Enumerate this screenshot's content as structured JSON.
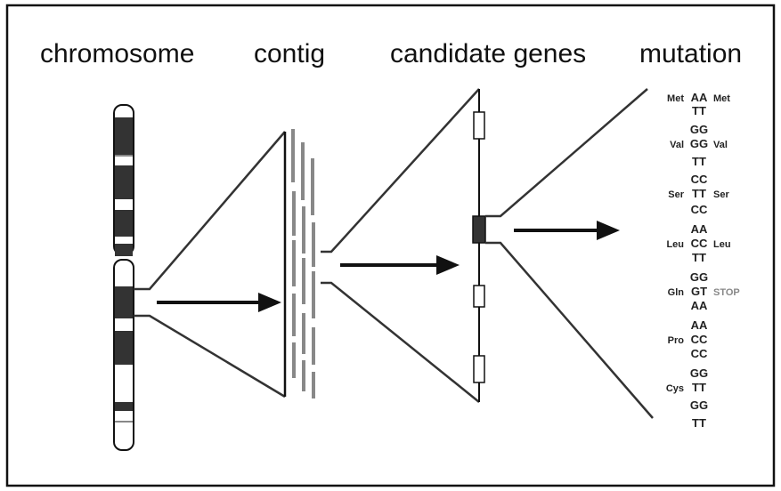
{
  "headers": {
    "chromosome": "chromosome",
    "contig": "contig",
    "candidate_genes": "candidate genes",
    "mutation": "mutation"
  },
  "mutation": {
    "codons": [
      "AA",
      "TT",
      "GG",
      "GG",
      "TT",
      "CC",
      "TT",
      "CC",
      "AA",
      "CC",
      "TT",
      "GG",
      "GT",
      "AA",
      "AA",
      "CC",
      "CC",
      "GG",
      "TT",
      "GG",
      "TT"
    ],
    "amino_acids": [
      {
        "left": "Met",
        "right": "Met"
      },
      {
        "left": "Val",
        "right": "Val"
      },
      {
        "left": "Ser",
        "right": "Ser"
      },
      {
        "left": "Leu",
        "right": "Leu"
      },
      {
        "left": "Gln",
        "right": "STOP"
      },
      {
        "left": "Pro",
        "right": ""
      },
      {
        "left": "Cys",
        "right": ""
      }
    ]
  },
  "colors": {
    "ink": "#111111",
    "band_dark": "#333333",
    "contig_grey": "#888888",
    "stop_grey": "#888888"
  }
}
